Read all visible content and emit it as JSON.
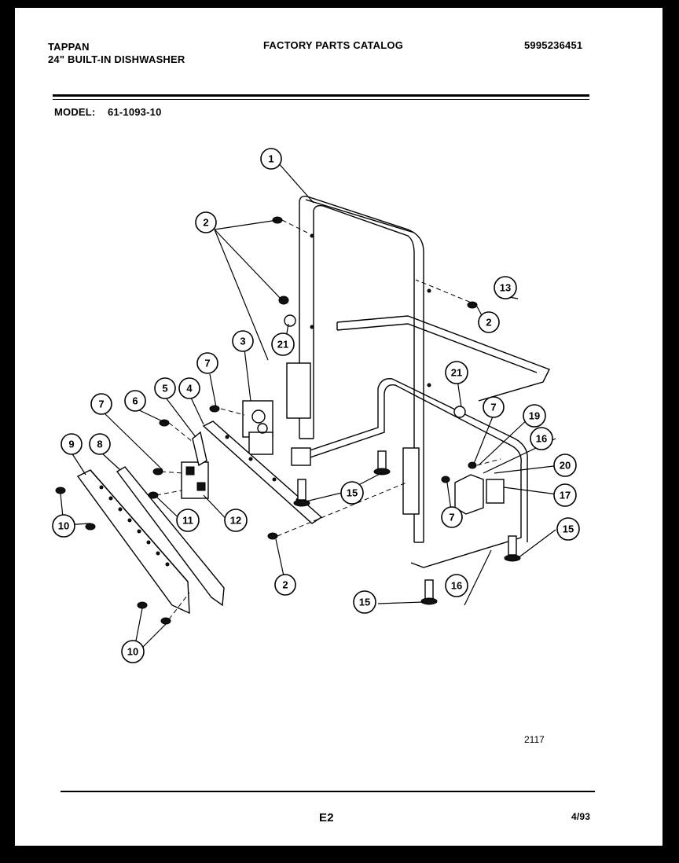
{
  "header": {
    "brand": "TAPPAN",
    "product": "24\" BUILT-IN DISHWASHER",
    "catalog_title": "FACTORY PARTS CATALOG",
    "catalog_number": "5995236451",
    "model_label": "MODEL:",
    "model_number": "61-1093-10"
  },
  "diagram": {
    "drawing_number": "2117",
    "callouts": [
      {
        "id": "c1",
        "label": "1"
      },
      {
        "id": "c2a",
        "label": "2"
      },
      {
        "id": "c2b",
        "label": "2"
      },
      {
        "id": "c2c",
        "label": "2"
      },
      {
        "id": "c3",
        "label": "3"
      },
      {
        "id": "c4",
        "label": "4"
      },
      {
        "id": "c5",
        "label": "5"
      },
      {
        "id": "c6",
        "label": "6"
      },
      {
        "id": "c7a",
        "label": "7"
      },
      {
        "id": "c7b",
        "label": "7"
      },
      {
        "id": "c7c",
        "label": "7"
      },
      {
        "id": "c7d",
        "label": "7"
      },
      {
        "id": "c8",
        "label": "8"
      },
      {
        "id": "c9",
        "label": "9"
      },
      {
        "id": "c10a",
        "label": "10"
      },
      {
        "id": "c10b",
        "label": "10"
      },
      {
        "id": "c11",
        "label": "11"
      },
      {
        "id": "c12",
        "label": "12"
      },
      {
        "id": "c13",
        "label": "13"
      },
      {
        "id": "c15a",
        "label": "15"
      },
      {
        "id": "c15b",
        "label": "15"
      },
      {
        "id": "c15c",
        "label": "15"
      },
      {
        "id": "c16a",
        "label": "16"
      },
      {
        "id": "c16b",
        "label": "16"
      },
      {
        "id": "c17",
        "label": "17"
      },
      {
        "id": "c19",
        "label": "19"
      },
      {
        "id": "c20",
        "label": "20"
      },
      {
        "id": "c21a",
        "label": "21"
      },
      {
        "id": "c21b",
        "label": "21"
      }
    ]
  },
  "footer": {
    "page": "E2",
    "date": "4/93"
  }
}
